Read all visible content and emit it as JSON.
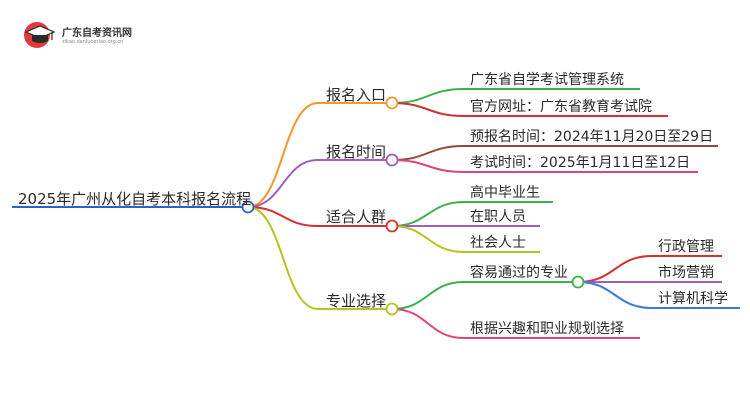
{
  "logo": {
    "name": "广东自考资讯网",
    "url": "zikao.danluoerlao.org.cn"
  },
  "root": "2025年广州从化自考本科报名流程",
  "branches": [
    {
      "label": "报名入口",
      "color": "#f5962f",
      "children": [
        {
          "label": "广东省自学考试管理系统",
          "color": "#3bb24a"
        },
        {
          "label": "官方网址：广东省教育考试院",
          "color": "#d33030"
        }
      ]
    },
    {
      "label": "报名时间",
      "color": "#9d5fc4",
      "children": [
        {
          "label": "预报名时间：2024年11月20日至29日",
          "color": "#8b4c3c"
        },
        {
          "label": "考试时间：2025年1月11日至12日",
          "color": "#e0447a"
        }
      ]
    },
    {
      "label": "适合人群",
      "color": "#d33030",
      "children": [
        {
          "label": "高中毕业生",
          "color": "#3bb24a"
        },
        {
          "label": "在职人员",
          "color": "#9d5fc4"
        },
        {
          "label": "社会人士",
          "color": "#b5c41f"
        }
      ]
    },
    {
      "label": "专业选择",
      "color": "#b5c41f",
      "children": [
        {
          "label": "容易通过的专业",
          "color": "#3bb24a",
          "children": [
            {
              "label": "行政管理",
              "color": "#d33030"
            },
            {
              "label": "市场营销",
              "color": "#9d5fc4"
            },
            {
              "label": "计算机科学",
              "color": "#3a7bd5"
            }
          ]
        },
        {
          "label": "根据兴趣和职业规划选择",
          "color": "#e0447a"
        }
      ]
    }
  ],
  "colors": {
    "root_line": "#2a63c9",
    "node_fill": "#ffffff"
  }
}
